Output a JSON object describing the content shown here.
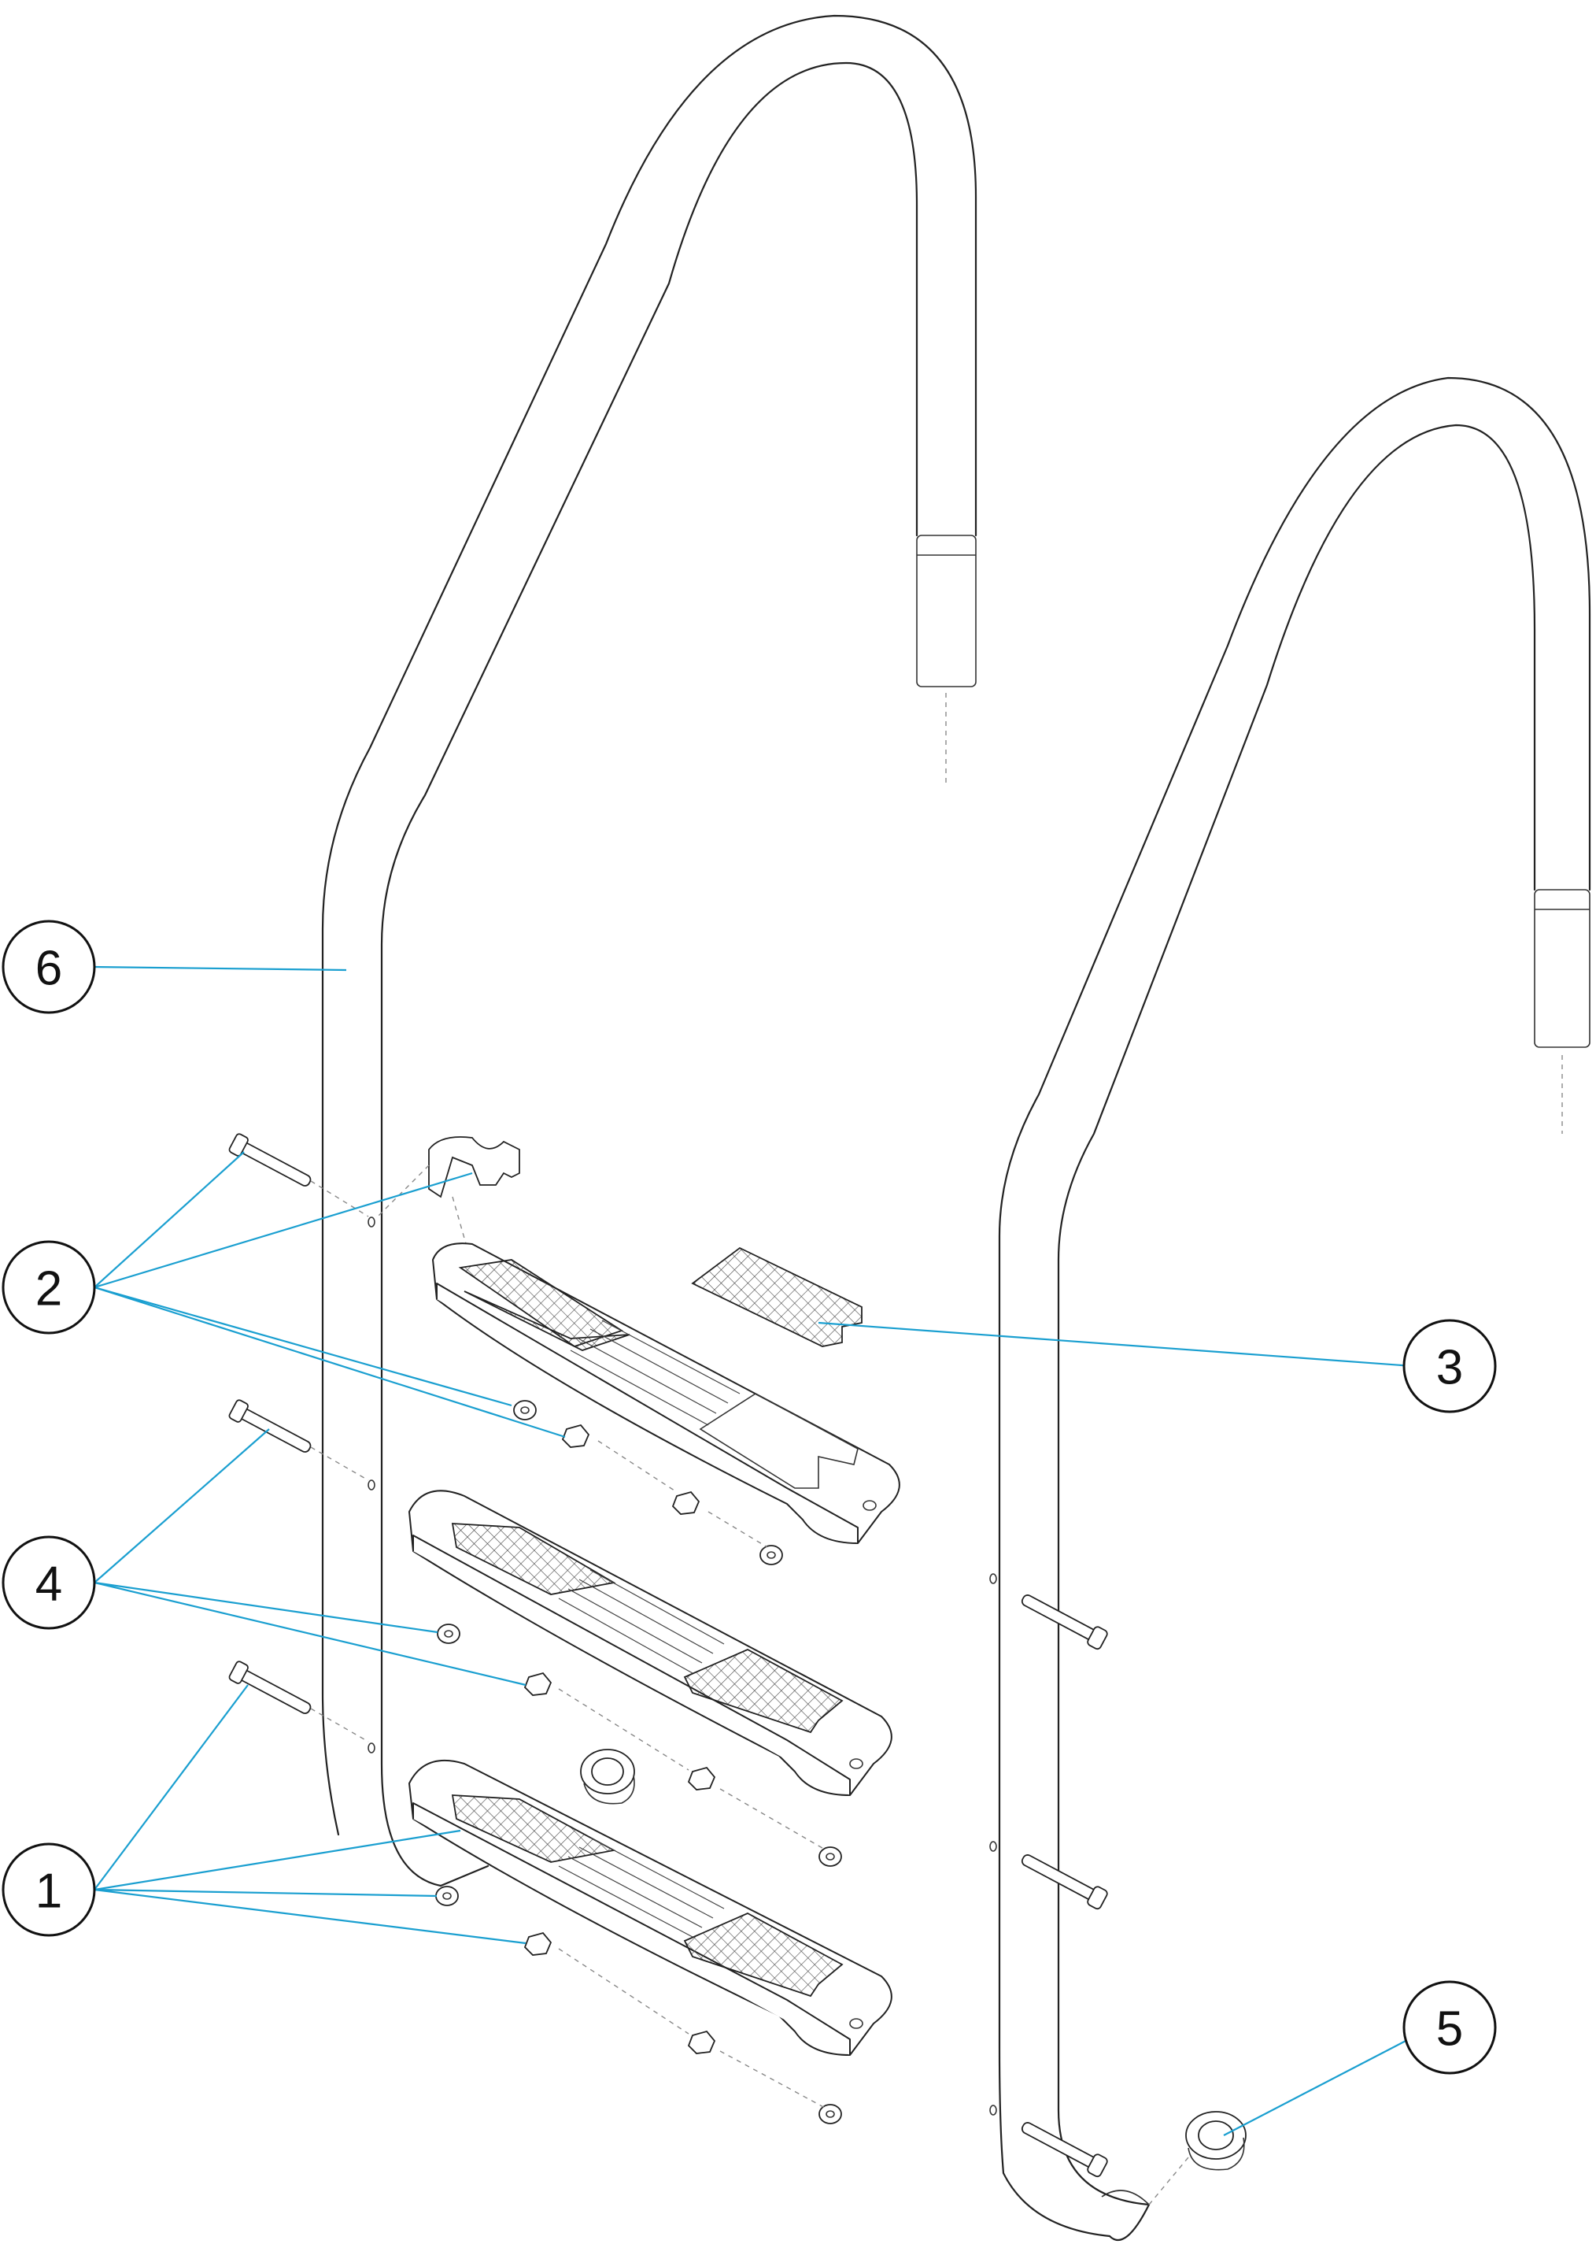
{
  "callouts": [
    {
      "id": "1",
      "label": "1"
    },
    {
      "id": "2",
      "label": "2"
    },
    {
      "id": "3",
      "label": "3"
    },
    {
      "id": "4",
      "label": "4"
    },
    {
      "id": "5",
      "label": "5"
    },
    {
      "id": "6",
      "label": "6"
    }
  ],
  "colors": {
    "leader": "#1a9fd0",
    "line": "#222222"
  }
}
